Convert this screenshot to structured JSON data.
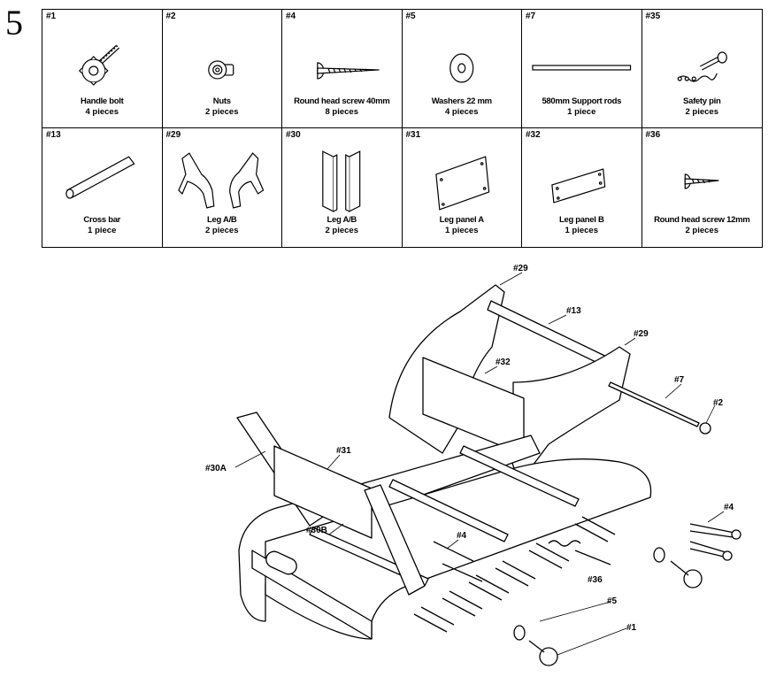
{
  "step_number": "5",
  "parts": [
    {
      "id": "#1",
      "name": "Handle bolt",
      "qty": "4 pieces",
      "icon": "handle-bolt-icon"
    },
    {
      "id": "#2",
      "name": "Nuts",
      "qty": "2 pieces",
      "icon": "nut-icon"
    },
    {
      "id": "#4",
      "name": "Round head screw 40mm",
      "qty": "8 pieces",
      "icon": "long-screw-icon"
    },
    {
      "id": "#5",
      "name": "Washers  22 mm",
      "qty": "4 pieces",
      "icon": "washer-icon"
    },
    {
      "id": "#7",
      "name": "580mm Support rods",
      "qty": "1 piece",
      "icon": "support-rod-icon"
    },
    {
      "id": "#35",
      "name": "Safety pin",
      "qty": "2 pieces",
      "icon": "safety-pin-icon"
    },
    {
      "id": "#13",
      "name": "Cross bar",
      "qty": "1 piece",
      "icon": "cross-bar-icon"
    },
    {
      "id": "#29",
      "name": "Leg A/B",
      "qty": "2 pieces",
      "icon": "curved-leg-icon"
    },
    {
      "id": "#30",
      "name": "Leg A/B",
      "qty": "2 pieces",
      "icon": "straight-leg-icon"
    },
    {
      "id": "#31",
      "name": "Leg panel A",
      "qty": "1 pieces",
      "icon": "leg-panel-a-icon"
    },
    {
      "id": "#32",
      "name": "Leg panel B",
      "qty": "1 pieces",
      "icon": "leg-panel-b-icon"
    },
    {
      "id": "#36",
      "name": "Round head screw 12mm",
      "qty": "2 pieces",
      "icon": "short-screw-icon"
    }
  ],
  "callouts": {
    "c29_top": "#29",
    "c13": "#13",
    "c29_right": "#29",
    "c32": "#32",
    "c7": "#7",
    "c2": "#2",
    "c30a": "#30A",
    "c31": "#31",
    "c4_right": "#4",
    "c30b": "#30B",
    "c4_mid": "#4",
    "c36": "#36",
    "c5": "#5",
    "c1": "#1"
  }
}
